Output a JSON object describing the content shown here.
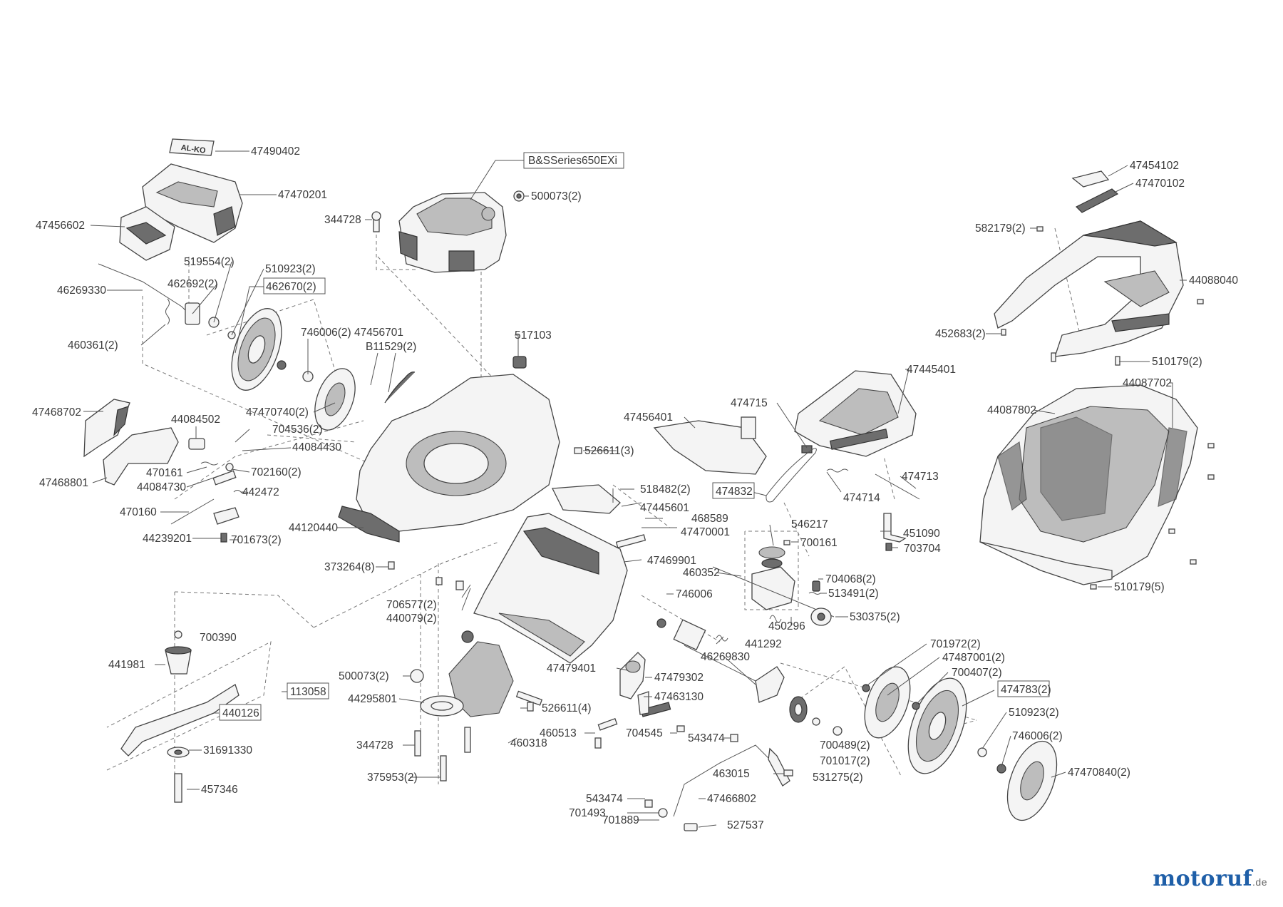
{
  "labels": {
    "l_47490402": "47490402",
    "l_47470201": "47470201",
    "l_47456602": "47456602",
    "l_519554": "519554(2)",
    "l_510923a": "510923(2)",
    "l_462692": "462692(2)",
    "l_462670": "462670(2)",
    "l_46269330": "46269330",
    "l_460361": "460361(2)",
    "l_746006a": "746006(2)",
    "l_47456701": "47456701",
    "l_B11529": "B11529(2)",
    "l_47470740": "47470740(2)",
    "l_47468702": "47468702",
    "l_44084502": "44084502",
    "l_704536": "704536(2)",
    "l_44084430": "44084430",
    "l_470161": "470161",
    "l_702160": "702160(2)",
    "l_44084730": "44084730",
    "l_442472": "442472",
    "l_47468801": "47468801",
    "l_470160": "470160",
    "l_44239201": "44239201",
    "l_701673": "701673(2)",
    "l_44120440": "44120440",
    "l_373264": "373264(8)",
    "l_bs": "B&SSeries650EXi",
    "l_344728a": "344728",
    "l_500073a": "500073(2)",
    "l_517103": "517103",
    "l_526611a": "526611(3)",
    "l_47456401": "47456401",
    "l_474715": "474715",
    "l_47445401": "47445401",
    "l_474713": "474713",
    "l_474832": "474832",
    "l_474714": "474714",
    "l_518482": "518482(2)",
    "l_47445601": "47445601",
    "l_468589": "468589",
    "l_47470001": "47470001",
    "l_546217": "546217",
    "l_451090": "451090",
    "l_700161": "700161",
    "l_703704": "703704",
    "l_47469901": "47469901",
    "l_460352": "460352",
    "l_704068": "704068(2)",
    "l_513491": "513491(2)",
    "l_706577": "706577(2)",
    "l_440079": "440079(2)",
    "l_746006b": "746006",
    "l_530375": "530375(2)",
    "l_450296": "450296",
    "l_441292": "441292",
    "l_46269830": "46269830",
    "l_700390": "700390",
    "l_441981": "441981",
    "l_113058": "113058",
    "l_440126": "440126",
    "l_31691330": "31691330",
    "l_457346": "457346",
    "l_500073b": "500073(2)",
    "l_44295801": "44295801",
    "l_47479401": "47479401",
    "l_47479302": "47479302",
    "l_47463130": "47463130",
    "l_526611b": "526611(4)",
    "l_460513": "460513",
    "l_704545": "704545",
    "l_344728b": "344728",
    "l_460318": "460318",
    "l_375953": "375953(2)",
    "l_543474a": "543474",
    "l_463015": "463015",
    "l_531275": "531275(2)",
    "l_543474b": "543474",
    "l_47466802": "47466802",
    "l_701493": "701493",
    "l_701889": "701889",
    "l_527537": "527537",
    "l_701972": "701972(2)",
    "l_47487001": "47487001(2)",
    "l_700407": "700407(2)",
    "l_474783": "474783(2)",
    "l_510923b": "510923(2)",
    "l_746006c": "746006(2)",
    "l_47470840": "47470840(2)",
    "l_700489": "700489(2)",
    "l_701017": "701017(2)",
    "l_47454102": "47454102",
    "l_47470102": "47470102",
    "l_582179": "582179(2)",
    "l_44088040": "44088040",
    "l_452683": "452683(2)",
    "l_510179a": "510179(2)",
    "l_44087702": "44087702",
    "l_44087802": "44087802",
    "l_510179b": "510179(5)"
  },
  "brand": {
    "main": "motoruf",
    "suffix": ".de"
  },
  "logo_text": "AL-KO"
}
